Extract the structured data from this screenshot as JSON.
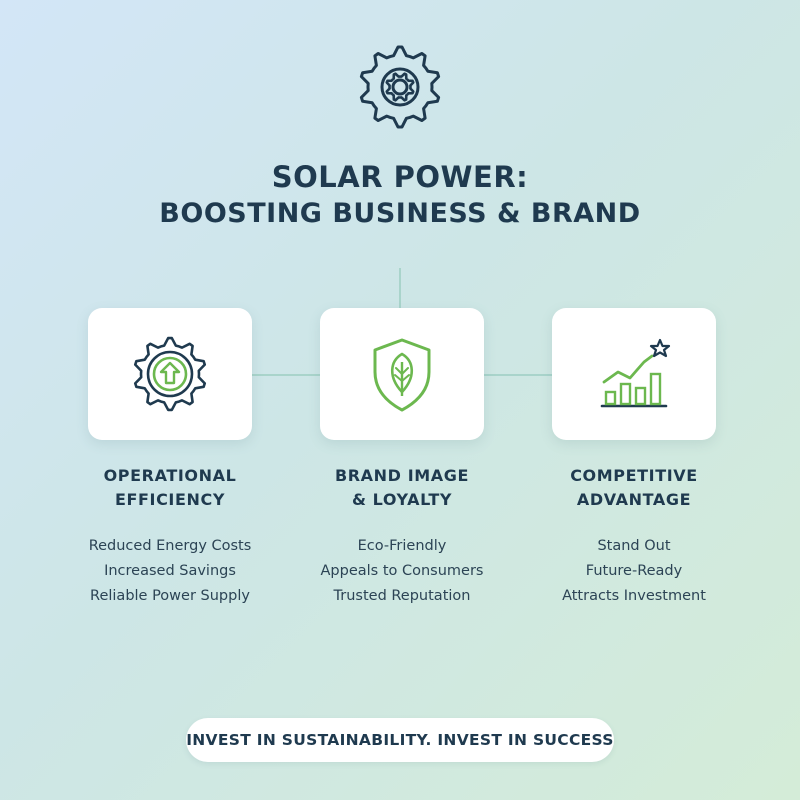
{
  "header": {
    "icon": "gear-icon",
    "title_line1": "SOLAR POWER:",
    "title_line2": "BOOSTING BUSINESS & BRAND"
  },
  "colors": {
    "navy": "#1f3a4f",
    "green": "#6cb84f",
    "connector": "#a9d4cb"
  },
  "columns": [
    {
      "icon": "gear-arrow-up-icon",
      "title_line1": "OPERATIONAL",
      "title_line2": "EFFICIENCY",
      "items": [
        "Reduced Energy Costs",
        "Increased Savings",
        "Reliable Power Supply"
      ]
    },
    {
      "icon": "shield-leaf-icon",
      "title_line1": "BRAND IMAGE",
      "title_line2": "& LOYALTY",
      "items": [
        "Eco-Friendly",
        "Appeals to Consumers",
        "Trusted Reputation"
      ]
    },
    {
      "icon": "growth-chart-star-icon",
      "title_line1": "COMPETITIVE",
      "title_line2": "ADVANTAGE",
      "items": [
        "Stand Out",
        "Future-Ready",
        "Attracts Investment"
      ]
    }
  ],
  "footer": {
    "tagline": "INVEST IN SUSTAINABILITY. INVEST IN SUCCESS"
  }
}
